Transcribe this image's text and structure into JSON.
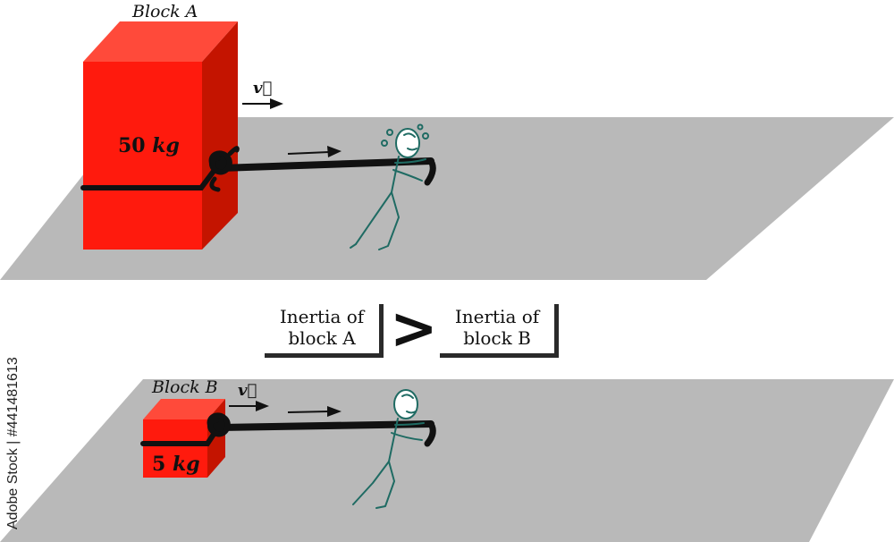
{
  "top_panel": {
    "block_title": "Block A",
    "mass_value": "50",
    "mass_unit": "kg",
    "velocity_symbol": "v⃗"
  },
  "bottom_panel": {
    "block_title": "Block B",
    "mass_value": "5",
    "mass_unit": "kg",
    "velocity_symbol": "v⃗"
  },
  "comparison": {
    "left_label_line1": "Inertia of",
    "left_label_line2": "block A",
    "operator": ">",
    "right_label_line1": "Inertia of",
    "right_label_line2": "block B"
  },
  "watermark_text": "Adobe Stock | #441481613",
  "colors": {
    "floor": "#b9b9b9",
    "block_front": "#ff1a0d",
    "block_top": "#ff4a3a",
    "block_side": "#c01200",
    "rope": "#111111",
    "person_stroke": "#1f6b63"
  }
}
